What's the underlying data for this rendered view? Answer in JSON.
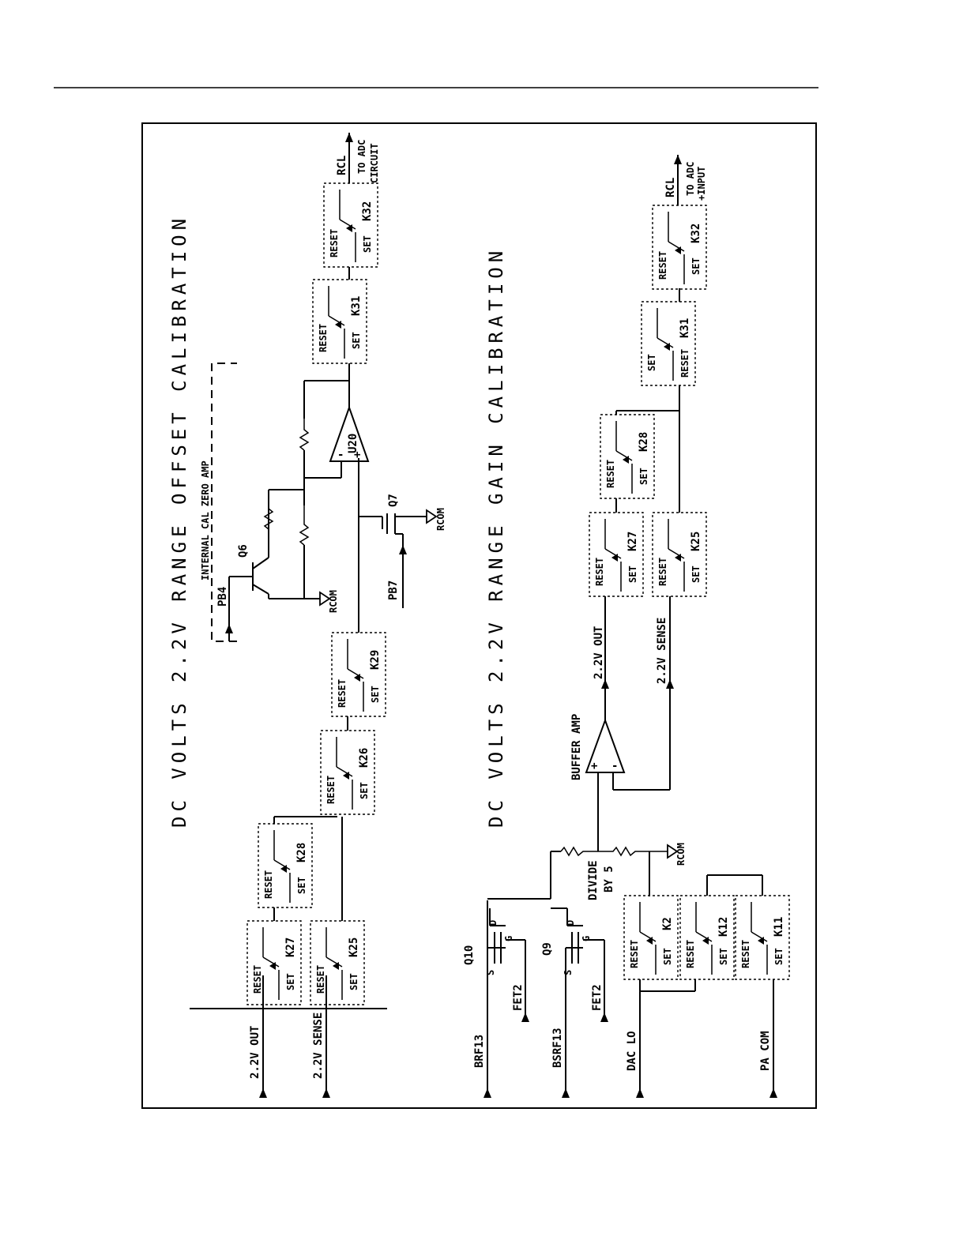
{
  "titles": {
    "offset": "DC VOLTS 2.2V RANGE OFFSET CALIBRATION",
    "gain": "DC VOLTS 2.2V RANGE GAIN CALIBRATION"
  },
  "relay_text": {
    "reset": "RESET",
    "set": "SET"
  },
  "top": {
    "inputs": {
      "out": "2.2V OUT",
      "sense": "2.2V SENSE"
    },
    "relays": {
      "k27": "K27",
      "k25": "K25",
      "k28": "K28",
      "k26": "K26",
      "k29": "K29",
      "k31": "K31",
      "k32": "K32"
    },
    "zero_amp_label": "INTERNAL CAL ZERO AMP",
    "q6": "Q6",
    "pb4": "PB4",
    "rcom": "RCOM",
    "q7": "Q7",
    "pb7": "PB7",
    "opamp": "U20",
    "minus": "-",
    "plus": "+",
    "rcl": "RCL",
    "dest_1": "TO ADC",
    "dest_2": "CIRCUIT"
  },
  "bottom": {
    "inputs": {
      "brf": "BRF13",
      "bsrf": "BSRF13",
      "dac": "DAC LO",
      "pa": "PA COM"
    },
    "q10": "Q10",
    "q9": "Q9",
    "fet2": "FET2",
    "pins": {
      "s": "S",
      "d": "D",
      "g": "G"
    },
    "relays": {
      "k2": "K2",
      "k12": "K12",
      "k11": "K11",
      "k27": "K27",
      "k25": "K25",
      "k28": "K28",
      "k31": "K31",
      "k32": "K32"
    },
    "divide_1": "DIVIDE",
    "divide_2": "BY 5",
    "rcom": "RCOM",
    "buffer": "BUFFER AMP",
    "plus": "+",
    "minus": "-",
    "out_label": "2.2V OUT",
    "sense_label": "2.2V SENSE",
    "rcl": "RCL",
    "dest_1": "TO ADC",
    "dest_2": "+INPUT"
  }
}
